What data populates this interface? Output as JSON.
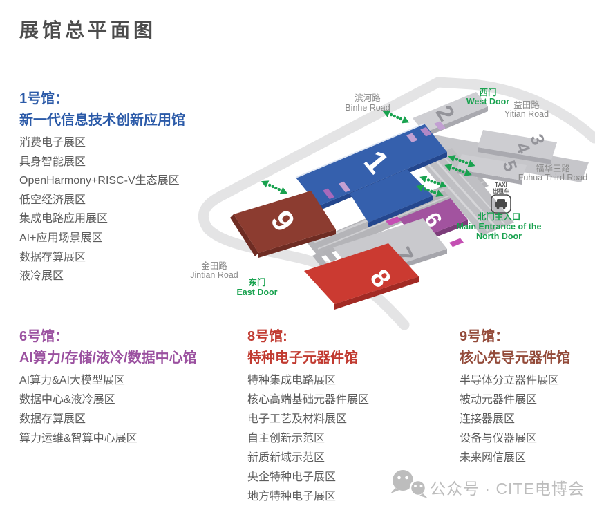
{
  "title": "展馆总平面图",
  "hall1": {
    "name": "1号馆：",
    "subtitle": "新一代信息技术创新应用馆",
    "zones": [
      "消费电子展区",
      "具身智能展区",
      "OpenHarmony+RISC-V生态展区",
      "低空经济展区",
      "集成电路应用展区",
      "AI+应用场景展区",
      "数据存算展区",
      "液冷展区"
    ]
  },
  "hall6": {
    "name": "6号馆：",
    "subtitle": "AI算力/存储/液冷/数据中心馆",
    "zones": [
      "AI算力&AI大模型展区",
      "数据中心&液冷展区",
      "数据存算展区",
      "算力运维&智算中心展区"
    ]
  },
  "hall8": {
    "name": "8号馆:",
    "subtitle": "特种电子元器件馆",
    "zones": [
      "特种集成电路展区",
      "核心高端基础元器件展区",
      "电子工艺及材料展区",
      "自主创新示范区",
      "新质新域示范区",
      "央企特种电子展区",
      "地方特种电子展区"
    ]
  },
  "hall9": {
    "name": "9号馆：",
    "subtitle": "核心先导元器件馆",
    "zones": [
      "半导体分立器件展区",
      "被动元器件展区",
      "连接器展区",
      "设备与仪器展区",
      "未来网信展区"
    ]
  },
  "map": {
    "hall_numbers": {
      "n1": "1",
      "n2": "2",
      "n3": "3",
      "n4": "4",
      "n5": "5",
      "n6": "6",
      "n7": "7",
      "n8": "8",
      "n9": "9"
    },
    "labels": {
      "binhe_zh": "滨河路",
      "binhe_en": "Binhe Road",
      "west_zh": "西门",
      "west_en": "West Door",
      "yitian_zh": "益田路",
      "yitian_en": "Yitian Road",
      "fuhua_zh": "福华三路",
      "fuhua_en": "Fuhua Third Road",
      "north_zh": "北门主入口",
      "north_en1": "Main Entrance of the",
      "north_en2": "North Door",
      "east_zh": "东门",
      "east_en": "East Door",
      "jintian_zh": "金田路",
      "jintian_en": "Jintian Road",
      "taxi_en": "TAXI",
      "taxi_zh": "出租车"
    },
    "colors": {
      "hall1": "#3560ad",
      "hall2": "#cfcfd3",
      "hall34": "#cdcdd1",
      "hall5": "#cdcdd1",
      "hall6": "#a2539f",
      "hall7": "#c9c9cd",
      "hall8": "#cb3a31",
      "hall9": "#8c3c30",
      "accent_green": "#19a24f",
      "heading_blue": "#2b5aa8",
      "heading_purple": "#9b51a0",
      "heading_red": "#c13a30",
      "heading_brick": "#934a39"
    }
  },
  "footer": {
    "text": "公众号 · CITE电博会"
  }
}
